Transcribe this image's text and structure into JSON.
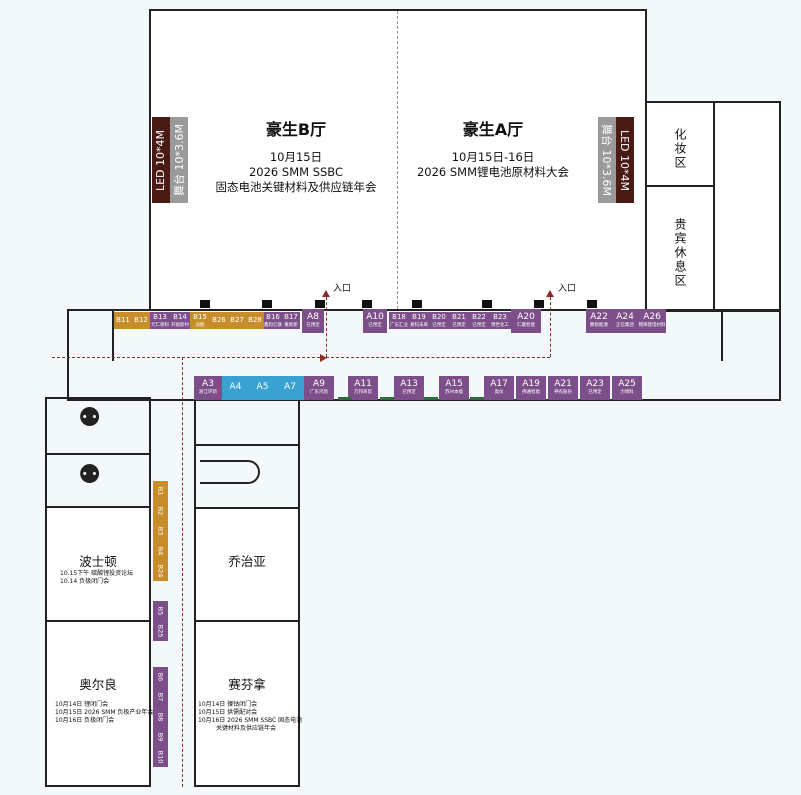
{
  "halls": {
    "hall_b": {
      "name": "豪生B厅",
      "date": "10月15日",
      "event_line1": "2026 SMM SSBC",
      "event_line2": "固态电池关键材料及供应链年会",
      "led": "LED 10*4M",
      "stage": "舞台 10*3.6M"
    },
    "hall_a": {
      "name": "豪生A厅",
      "date": "10月15日-16日",
      "event_line1": "2026 SMM锂电池原材料大会",
      "led": "LED 10*4M",
      "stage": "舞台 10*3.6M"
    }
  },
  "side_rooms": {
    "makeup": "化妆区",
    "vip": "贵宾休息区"
  },
  "entrance_label": "入口",
  "rooms": {
    "boston": {
      "name": "波士顿",
      "note1": "10.15下午 碳酸锂投资论坛",
      "note2": "10.14 负极闭门会"
    },
    "georgia": {
      "name": "乔治亚"
    },
    "orleans": {
      "name": "奥尔良",
      "note1": "10月14日 锂闭门会",
      "note2": "10月15日 2026 SMM 负极产业年会",
      "note3": "10月16日 负极闭门会"
    },
    "savannah": {
      "name": "赛芬拿",
      "note1": "10月14日 镍钴闭门会",
      "note2": "10月15日 供需配对会",
      "note3": "10月16日 2026 SMM SSBC 固态电池",
      "note4": "关键材料及供应链年会"
    }
  },
  "top_booths": [
    {
      "code": "B11",
      "note": "",
      "color": "gold"
    },
    {
      "code": "B12",
      "note": "",
      "color": "gold"
    },
    {
      "code": "B13",
      "note": "元仁德科",
      "color": "purple"
    },
    {
      "code": "B14",
      "note": "开福新材",
      "color": "purple"
    },
    {
      "code": "B15",
      "note": "迪胜",
      "color": "gold"
    },
    {
      "code": "B26",
      "note": "",
      "color": "gold"
    },
    {
      "code": "B27",
      "note": "",
      "color": "gold"
    },
    {
      "code": "B28",
      "note": "",
      "color": "gold"
    },
    {
      "code": "B16",
      "note": "鑫钧亿联",
      "color": "purple"
    },
    {
      "code": "B17",
      "note": "重新新",
      "color": "purple"
    },
    {
      "code": "A8",
      "note": "已预定",
      "color": "purple"
    },
    {
      "code": "A10",
      "note": "已预定",
      "color": "purple"
    },
    {
      "code": "B18",
      "note": "广东汇业",
      "color": "purple"
    },
    {
      "code": "B19",
      "note": "易科未来",
      "color": "purple"
    },
    {
      "code": "B20",
      "note": "已预定",
      "color": "purple"
    },
    {
      "code": "B21",
      "note": "已预定",
      "color": "purple"
    },
    {
      "code": "B22",
      "note": "已预定",
      "color": "purple"
    },
    {
      "code": "B23",
      "note": "博世化工",
      "color": "purple"
    },
    {
      "code": "A20",
      "note": "仁康智能",
      "color": "purple"
    },
    {
      "code": "A22",
      "note": "鹏锐能源",
      "color": "purple"
    },
    {
      "code": "A24",
      "note": "正信集团",
      "color": "purple"
    },
    {
      "code": "A26",
      "note": "锦辉锂电材料",
      "color": "purple"
    }
  ],
  "bottom_booths": [
    {
      "code": "A3",
      "note": "浙江环新",
      "color": "purple"
    },
    {
      "code": "A4",
      "note": "",
      "color": "blue"
    },
    {
      "code": "A5",
      "note": "",
      "color": "blue"
    },
    {
      "code": "A7",
      "note": "",
      "color": "blue"
    },
    {
      "code": "A9",
      "note": "广东鸿凯",
      "color": "purple"
    },
    {
      "code": "A11",
      "note": "万邦商贸",
      "color": "purple"
    },
    {
      "code": "A13",
      "note": "已预定",
      "color": "purple"
    },
    {
      "code": "A15",
      "note": "苏州本能",
      "color": "purple"
    },
    {
      "code": "A17",
      "note": "奥仪",
      "color": "purple"
    },
    {
      "code": "A19",
      "note": "佛通智能",
      "color": "purple"
    },
    {
      "code": "A21",
      "note": "神农股份",
      "color": "purple"
    },
    {
      "code": "A23",
      "note": "已预定",
      "color": "purple"
    },
    {
      "code": "A25",
      "note": "力博科",
      "color": "purple"
    }
  ],
  "corridor_booths": [
    {
      "code": "B1",
      "color": "gold"
    },
    {
      "code": "B2",
      "color": "gold"
    },
    {
      "code": "B3",
      "color": "gold"
    },
    {
      "code": "B4",
      "color": "gold"
    },
    {
      "code": "B24",
      "color": "gold"
    },
    {
      "code": "B5",
      "color": "purple"
    },
    {
      "code": "B25",
      "color": "purple"
    },
    {
      "code": "B6",
      "color": "purple"
    },
    {
      "code": "B7",
      "color": "purple"
    },
    {
      "code": "B8",
      "color": "purple"
    },
    {
      "code": "B9",
      "color": "purple"
    },
    {
      "code": "B10",
      "color": "purple"
    }
  ],
  "colors": {
    "purple": "#7d4f8a",
    "gold": "#c78d2a",
    "blue": "#3aa1d3",
    "led": "#4a1a14",
    "stage": "#9a9a9a",
    "arrow": "#8b2c24"
  }
}
